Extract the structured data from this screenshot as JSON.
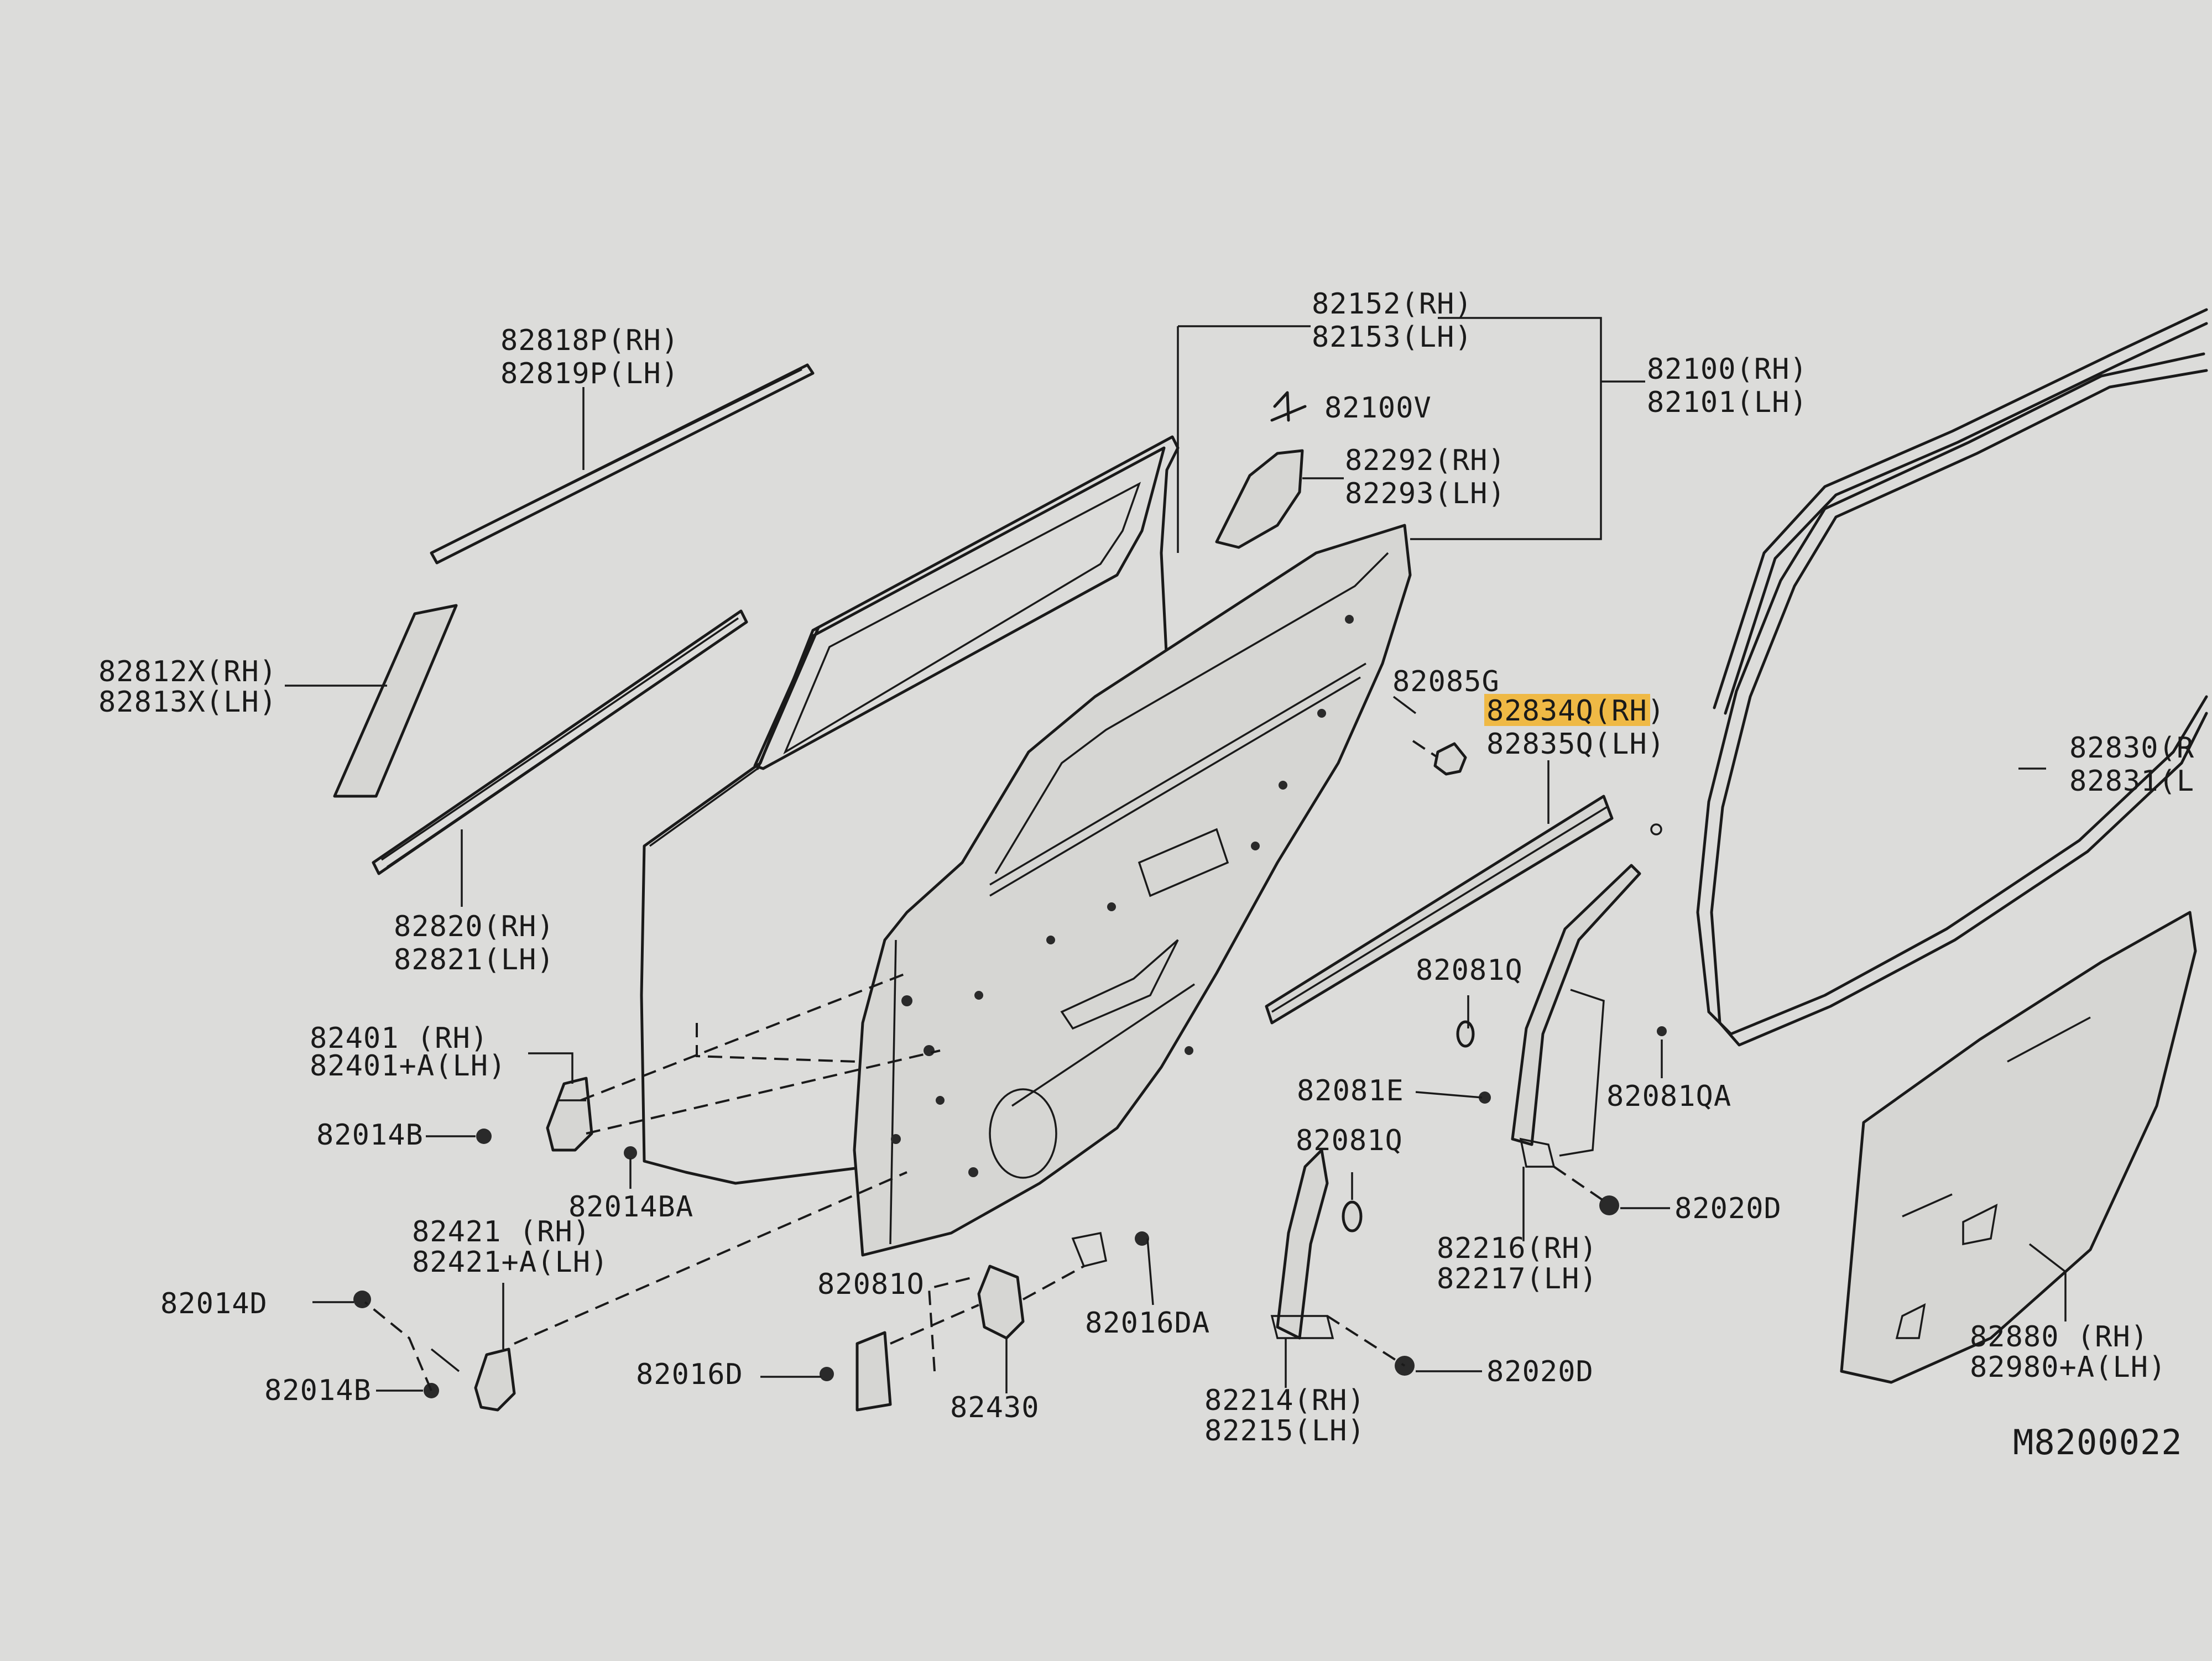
{
  "colors": {
    "background": "#dcdcda",
    "ink": "#1a1a1a",
    "highlight": "#f2b32a"
  },
  "labels": {
    "p82818P": "82818P(RH)",
    "p82819P": "82819P(LH)",
    "p82152": "82152(RH)",
    "p82153": "82153(LH)",
    "p82100V": "82100V",
    "p82100": "82100(RH)",
    "p82101": "82101(LH)",
    "p82292": "82292(RH)",
    "p82293": "82293(LH)",
    "p82812X": "82812X(RH)",
    "p82813X": "82813X(LH)",
    "p82085G": "82085G",
    "p82834Q": "82834Q(RH)",
    "p82835Q": "82835Q(LH)",
    "p82830": "82830(R",
    "p82831": "82831(L",
    "p82820": "82820(RH)",
    "p82821": "82821(LH)",
    "p82081Q_a": "82081Q",
    "p82401": "82401  (RH)",
    "p82401A": "82401+A(LH)",
    "p82081E": "82081E",
    "p82081QA": "82081QA",
    "p82014B_a": "82014B",
    "p82081Q_b": "82081Q",
    "p82014BA": "82014BA",
    "p82020D_a": "82020D",
    "p82421": "82421   (RH)",
    "p82421A": "82421+A(LH)",
    "p82216": "82216(RH)",
    "p82217": "82217(LH)",
    "p82014D": "82014D",
    "p82081O": "82081O",
    "p82016DA": "82016DA",
    "p82880": "82880   (RH)",
    "p82980A": "82980+A(LH)",
    "p82016D": "82016D",
    "p82020D_b": "82020D",
    "p82014B_b": "82014B",
    "p82430": "82430",
    "p82214": "82214(RH)",
    "p82215": "82215(LH)",
    "drawing_code": "M8200022"
  }
}
